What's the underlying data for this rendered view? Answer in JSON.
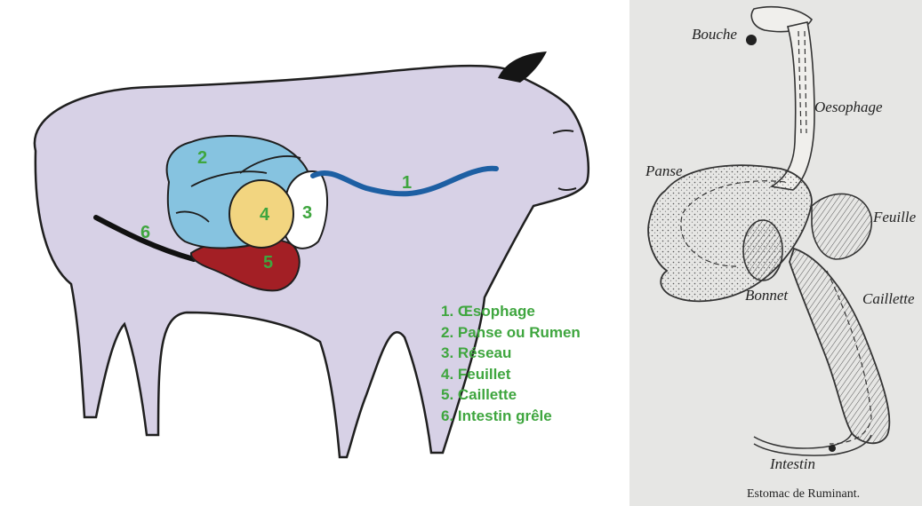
{
  "sheep": {
    "colors": {
      "body": "#d7d1e6",
      "outline": "#1f1f1f",
      "ear": "#151515",
      "oesophagus": "#1d5fa3",
      "rumen": "#86c3e0",
      "reticulum": "#ffffff",
      "omasum": "#f2d580",
      "abomasum": "#a31f25",
      "intestine": "#111111",
      "number": "#3fa63f"
    },
    "markers": [
      "1",
      "2",
      "3",
      "4",
      "5",
      "6"
    ],
    "legend": [
      "1. Œsophage",
      "2. Panse ou Rumen",
      "3. Réseau",
      "4. Feuillet",
      "5. Caillette",
      "6. Intestin grêle"
    ]
  },
  "engraving": {
    "labels": {
      "bouche": "Bouche",
      "oesophage": "Oesophage",
      "panse": "Panse",
      "feuillet": "Feuille",
      "bonnet": "Bonnet",
      "caillette": "Caillette",
      "intestin": "Intestin"
    },
    "caption": "Estomac de Ruminant."
  }
}
